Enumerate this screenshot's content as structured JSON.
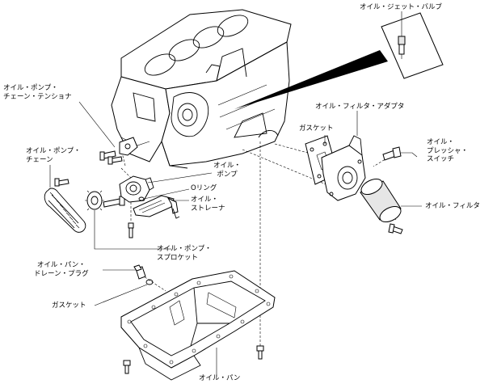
{
  "labels": {
    "oil_jet_valve": "オイル・ジェット・バルブ",
    "chain_tensioner_1": "オイル・ポンプ・",
    "chain_tensioner_2": "チェーン・テンショナ",
    "filter_adapter": "オイル・フィルタ・アダプタ",
    "gasket_upper": "ガスケット",
    "pressure_switch_1": "オイル・",
    "pressure_switch_2": "プレッシャ・",
    "pressure_switch_3": "スイッチ",
    "pump_chain_1": "オイル・ポンプ・",
    "pump_chain_2": "チェーン",
    "oil_pump_1": "オイル・",
    "oil_pump_2": "ポンプ",
    "o_ring": "Oリング",
    "strainer_1": "オイル・",
    "strainer_2": "ストレーナ",
    "oil_filter": "オイル・フィルタ",
    "sprocket_1": "オイル・ポンプ・",
    "sprocket_2": "スプロケット",
    "drain_plug_1": "オイル・パン・",
    "drain_plug_2": "ドレーン・プラグ",
    "gasket_lower": "ガスケット",
    "oil_pan": "オイル・パン"
  }
}
